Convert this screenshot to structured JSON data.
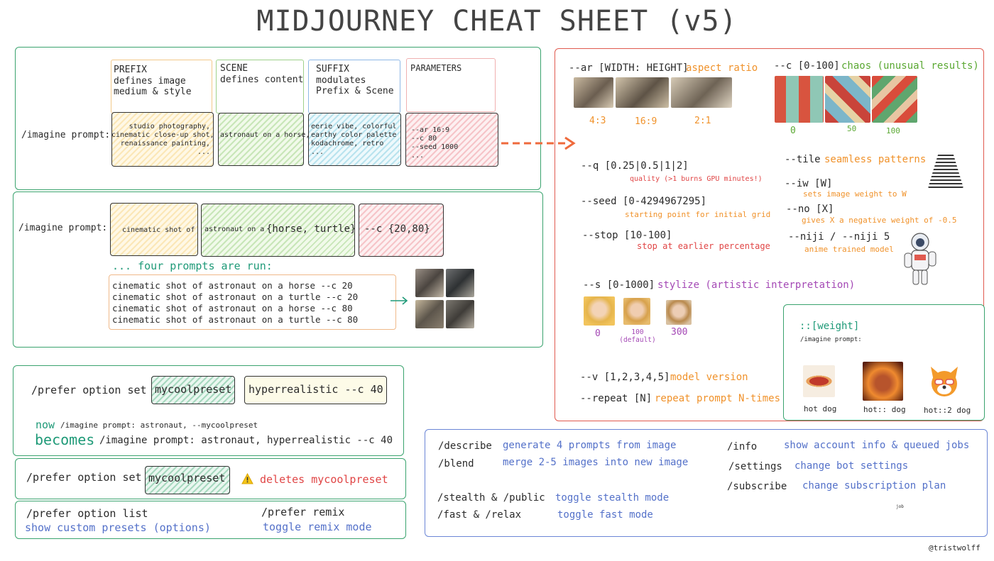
{
  "title": "MIDJOURNEY CHEAT SHEET (v5)",
  "structure": {
    "prefix_header": "PREFIX\ndefines image\nmedium & style",
    "scene_header": "SCENE\ndefines content",
    "suffix_header": "SUFFIX\nmodulates\nPrefix & Scene",
    "params_header": "PARAMETERS",
    "imagine_label": "/imagine prompt:",
    "prefix_text": "studio photography,\ncinematic close-up shot,\nrenaissance painting,\n...",
    "scene_text": "astronaut on a horse,",
    "suffix_text": "eerie vibe, colorful\nearthy color palette\nkodachrome, retro\n...",
    "params_text": "--ar 16:9\n--c 80\n--seed 1000\n..."
  },
  "permutations": {
    "imagine_label": "/imagine prompt:",
    "box1": "cinematic shot of",
    "box2_pre": "astronaut on a",
    "box2_set": "{horse, turtle}",
    "box3": "--c {20,80}",
    "run_label": "... four prompts are run:",
    "prompts": "cinematic shot of astronaut on a horse --c 20\ncinematic shot of astronaut on a turtle --c 20\ncinematic shot of astronaut on a horse --c 80\ncinematic shot of astronaut on a turtle --c 80"
  },
  "prefer": {
    "set_label": "/prefer option set",
    "preset_name": "mycoolpreset",
    "preset_value": "hyperrealistic --c 40",
    "now_word": "now",
    "now_text": "/imagine prompt: astronaut, --mycoolpreset",
    "becomes_word": "becomes",
    "becomes_text": "/imagine prompt: astronaut, hyperrealistic --c 40",
    "delete_label": "/prefer option set",
    "delete_name": "mycoolpreset",
    "delete_text": "deletes mycoolpreset",
    "list_cmd": "/prefer option list",
    "list_desc": "show custom presets (options)",
    "remix_cmd": "/prefer remix",
    "remix_desc": "toggle remix mode"
  },
  "params": {
    "ar_cmd": "--ar [WIDTH: HEIGHT]",
    "ar_desc": "aspect ratio",
    "ar_labels": [
      "4:3",
      "16:9",
      "2:1"
    ],
    "c_cmd": "--c [0-100]",
    "c_desc": "chaos (unusual results)",
    "c_labels": [
      "0",
      "50",
      "100"
    ],
    "q_cmd": "--q [0.25|0.5|1|2]",
    "q_desc": "quality (>1 burns GPU minutes!)",
    "seed_cmd": "--seed [0-4294967295]",
    "seed_desc": "starting point for initial grid",
    "stop_cmd": "--stop [10-100]",
    "stop_desc": "stop at earlier percentage",
    "tile_cmd": "--tile",
    "tile_desc": "seamless patterns",
    "iw_cmd": "--iw [W]",
    "iw_desc": "sets image weight to W",
    "no_cmd": "--no [X]",
    "no_desc": "gives X a negative weight of -0.5",
    "niji_cmd": "--niji / --niji 5",
    "niji_desc": "anime trained model",
    "s_cmd": "--s [0-1000]",
    "s_desc": "stylize (artistic interpretation)",
    "s_labels": [
      "0",
      "100\n(default)",
      "300"
    ],
    "v_cmd": "--v [1,2,3,4,5]",
    "v_desc": "model version",
    "repeat_cmd": "--repeat [N]",
    "repeat_desc": "repeat prompt N-times"
  },
  "weight": {
    "title": "::[weight]",
    "sub": "/imagine prompt:",
    "labels": [
      "hot dog",
      "hot:: dog",
      "hot::2 dog"
    ]
  },
  "commands": {
    "describe_cmd": "/describe",
    "describe_desc": "generate 4 prompts from image",
    "blend_cmd": "/blend",
    "blend_desc": "merge 2-5 images into new image",
    "stealth_cmd": "/stealth & /public",
    "stealth_desc": "toggle stealth mode",
    "fast_cmd": "/fast & /relax",
    "fast_desc": "toggle fast mode",
    "info_cmd": "/info",
    "info_desc": "show account info & queued jobs",
    "settings_cmd": "/settings",
    "settings_desc": "change bot settings",
    "subscribe_cmd": "/subscribe",
    "subscribe_desc": "change subscription plan",
    "tiny": "job"
  },
  "credit": "@tristwolff",
  "colors": {
    "green_border": "#3aa36e",
    "red_border": "#e05a4f",
    "blue_border": "#6b86d6",
    "orange_text": "#f0922b",
    "purple_text": "#a448b5",
    "blue_text": "#5471c9",
    "red_text": "#e04545"
  }
}
